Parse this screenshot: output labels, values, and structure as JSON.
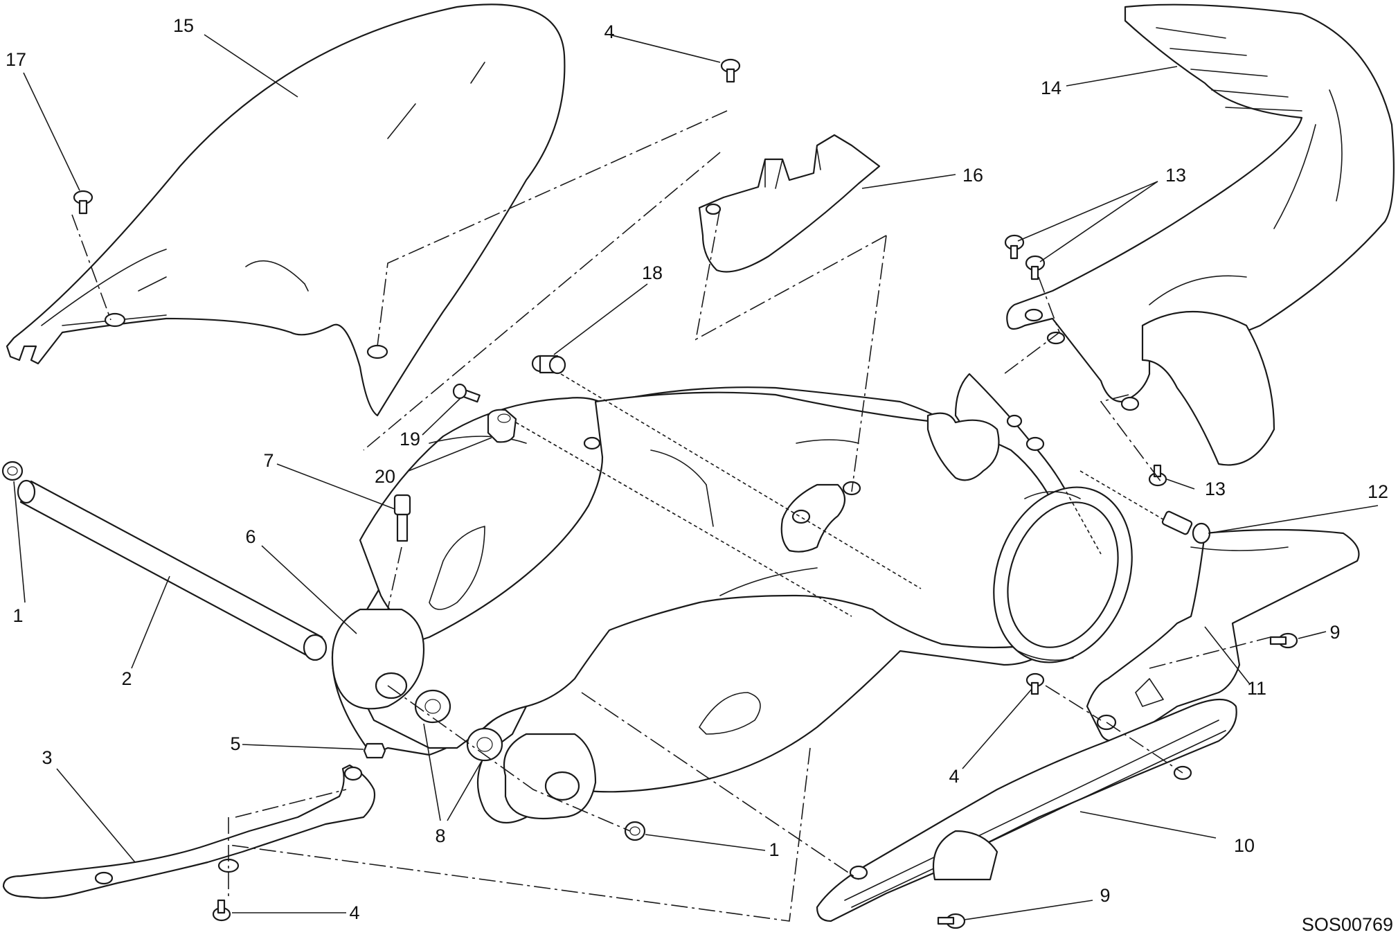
{
  "diagram": {
    "drawing_code": "SOS00769",
    "callouts": [
      "1",
      "2",
      "3",
      "4",
      "5",
      "6",
      "7",
      "8",
      "9",
      "10",
      "11",
      "12",
      "13",
      "14",
      "15",
      "16",
      "17",
      "18",
      "19",
      "20"
    ]
  },
  "callouts": {
    "c1a": "1",
    "c1b": "1",
    "c2": "2",
    "c3": "3",
    "c4a": "4",
    "c4b": "4",
    "c4c": "4",
    "c5": "5",
    "c6": "6",
    "c7": "7",
    "c8": "8",
    "c9a": "9",
    "c9b": "9",
    "c10": "10",
    "c11": "11",
    "c12": "12",
    "c13a": "13",
    "c13b": "13",
    "c14": "14",
    "c15": "15",
    "c16": "16",
    "c17": "17",
    "c18": "18",
    "c19": "19",
    "c20": "20"
  }
}
